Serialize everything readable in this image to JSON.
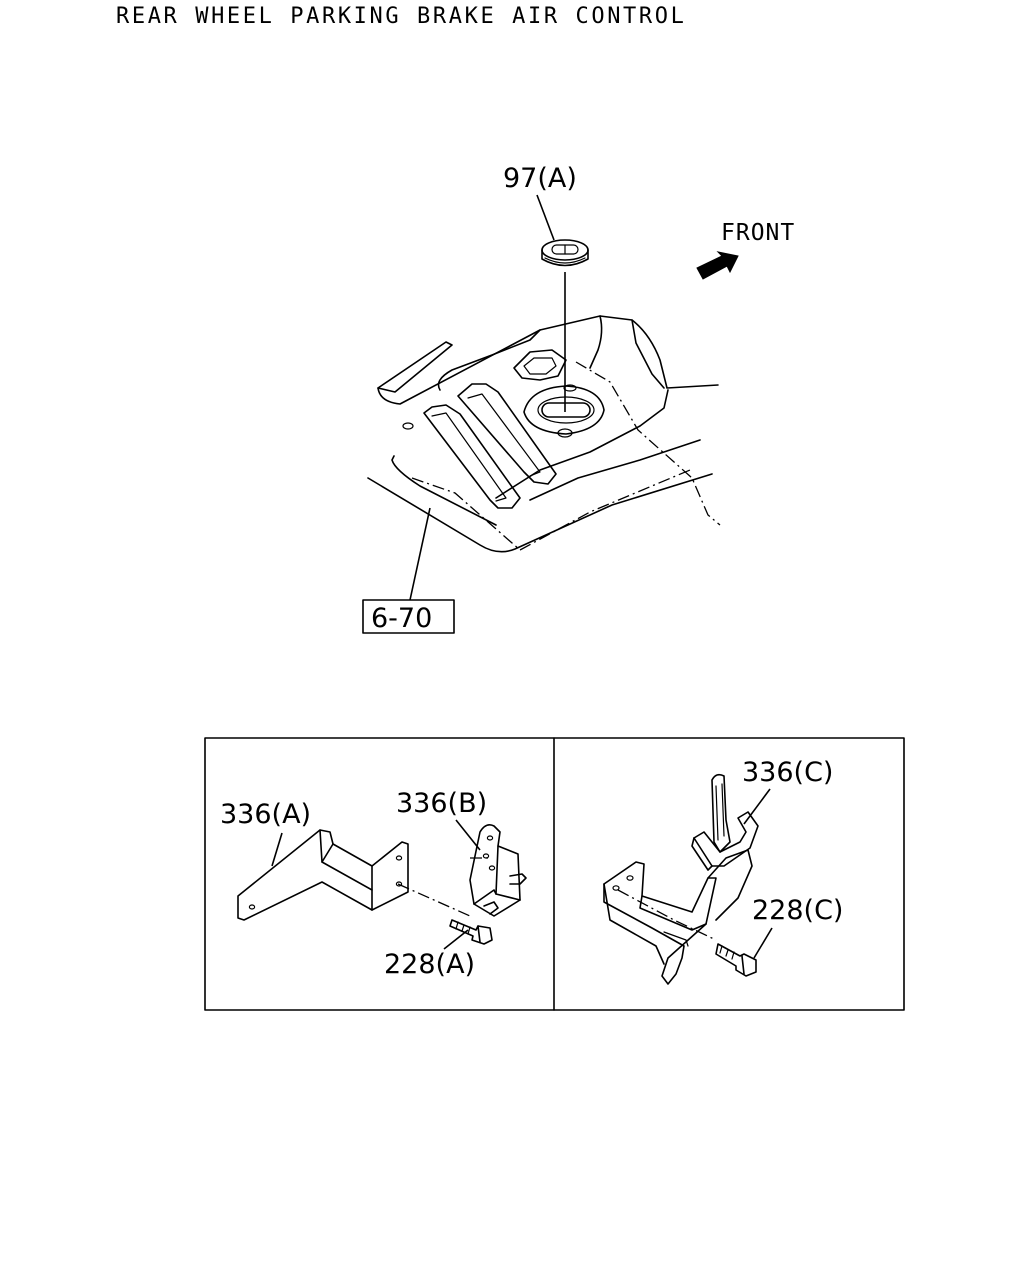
{
  "page": {
    "title": "REAR WHEEL PARKING BRAKE AIR CONTROL"
  },
  "top_view": {
    "front_label": "FRONT",
    "callouts": [
      {
        "id": "grommet",
        "label": "97(A)"
      },
      {
        "id": "floor",
        "label": "6-70"
      }
    ]
  },
  "detail_left": {
    "callouts": [
      {
        "id": "bracket-a",
        "label": "336(A)"
      },
      {
        "id": "bracket-b",
        "label": "336(B)"
      },
      {
        "id": "bolt-a",
        "label": "228(A)"
      }
    ]
  },
  "detail_right": {
    "callouts": [
      {
        "id": "bracket-c",
        "label": "336(C)"
      },
      {
        "id": "bolt-c",
        "label": "228(C)"
      }
    ]
  }
}
